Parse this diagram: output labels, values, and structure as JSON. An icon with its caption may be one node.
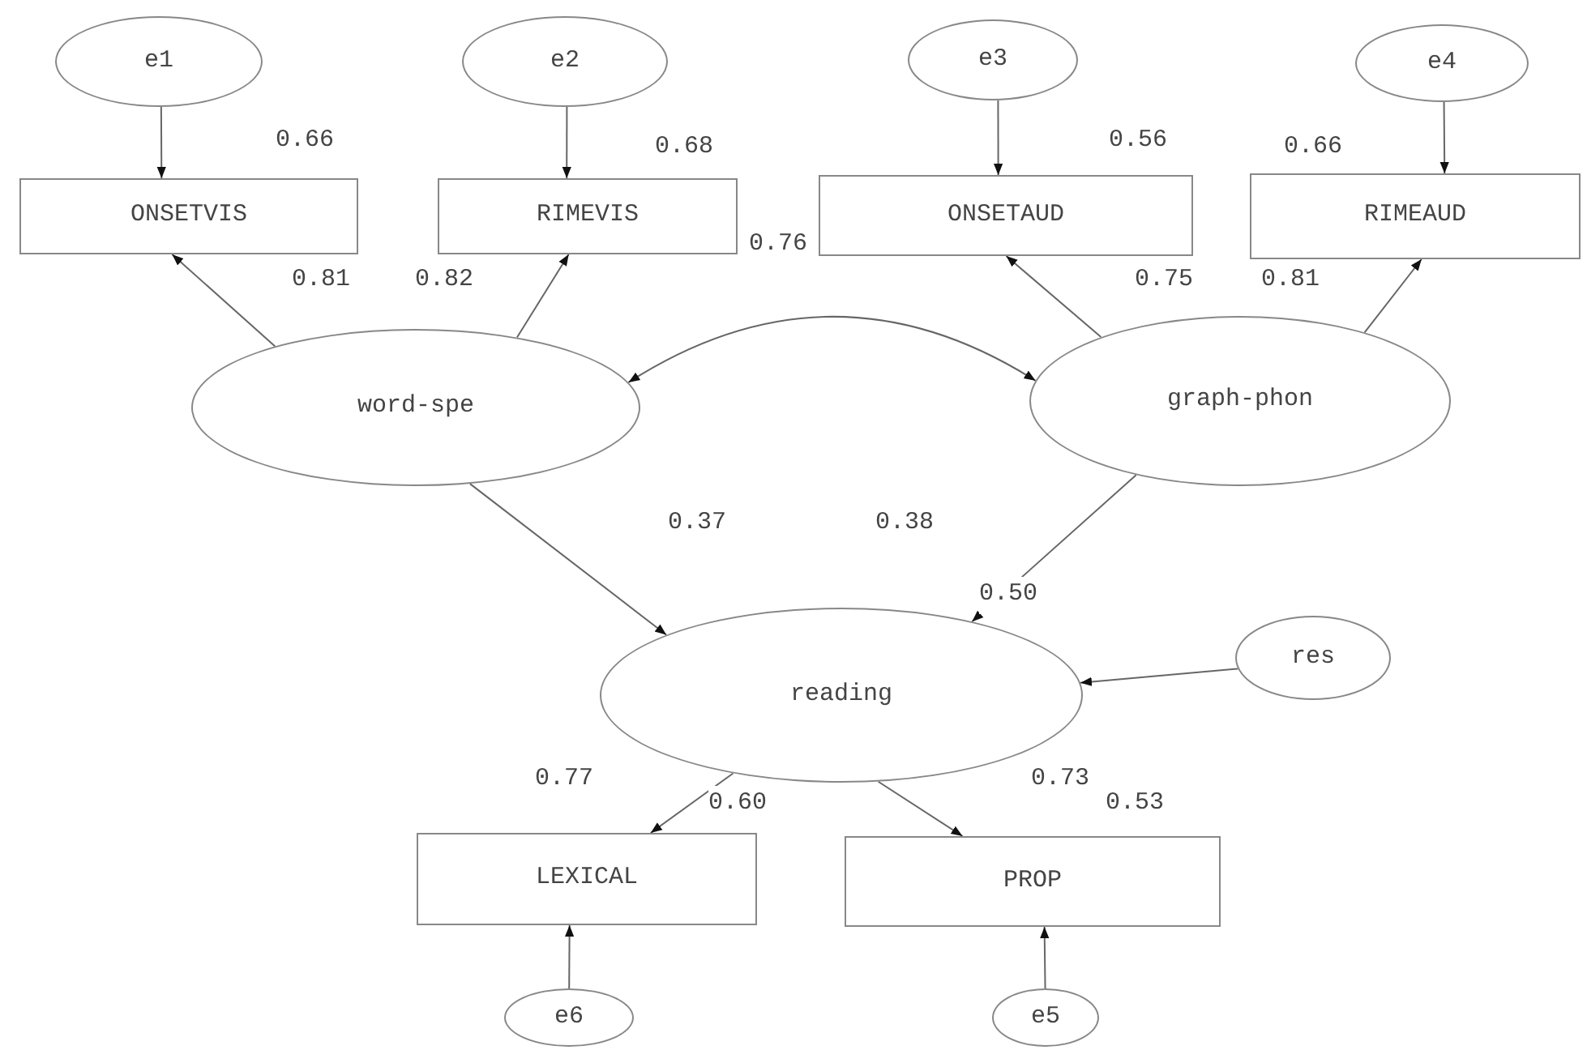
{
  "diagram": {
    "nodes": [
      {
        "text": [
          "e1"
        ]
      },
      {
        "text": [
          "e2"
        ]
      },
      {
        "text": [
          "e3"
        ]
      },
      {
        "text": [
          "e4"
        ]
      },
      {
        "text": [
          "ONSETVIS"
        ],
        "beside": [
          "0.66"
        ]
      },
      {
        "text": [
          "RIMEVIS"
        ],
        "beside": [
          "0.68"
        ]
      },
      {
        "text": [
          "ONSETAUD"
        ],
        "beside": [
          "0.56"
        ]
      },
      {
        "text": [
          "RIMEAUD"
        ],
        "beside": [
          "0.66"
        ]
      },
      {
        "text": [
          "word-spe"
        ]
      },
      {
        "text": [
          "graph-phon"
        ]
      },
      {
        "text": [
          "reading"
        ],
        "beside": [
          "0.50"
        ]
      },
      {
        "text": [
          "res"
        ]
      },
      {
        "text": [
          "LEXICAL"
        ],
        "beside": [
          "0.60"
        ]
      },
      {
        "text": [
          "PROP"
        ],
        "beside": [
          "0.53"
        ]
      },
      {
        "text": [
          "e6"
        ]
      },
      {
        "text": [
          "e5"
        ]
      }
    ],
    "edges": [
      {
        "from": 0,
        "to": 4,
        "arrow": "to"
      },
      {
        "from": 1,
        "to": 5,
        "arrow": "to"
      },
      {
        "from": 2,
        "to": 6,
        "arrow": "to"
      },
      {
        "from": 3,
        "to": 7,
        "arrow": "to"
      },
      {
        "from": 8,
        "to": 4,
        "arrow": "to",
        "label": "0.81"
      },
      {
        "from": 8,
        "to": 5,
        "arrow": "to",
        "label": "0.82"
      },
      {
        "from": 8,
        "to": 9,
        "arrow": "both",
        "label": "0.76"
      },
      {
        "from": 9,
        "to": 6,
        "arrow": "to",
        "label": "0.75"
      },
      {
        "from": 9,
        "to": 7,
        "arrow": "to",
        "label": "0.81"
      },
      {
        "from": 8,
        "to": 10,
        "arrow": "to",
        "label": "0.37"
      },
      {
        "from": 9,
        "to": 10,
        "arrow": "to",
        "label": "0.38"
      },
      {
        "from": 11,
        "to": 10,
        "arrow": "to"
      },
      {
        "from": 10,
        "to": 12,
        "arrow": "to",
        "label": "0.77"
      },
      {
        "from": 10,
        "to": 13,
        "arrow": "to",
        "label": "0.73"
      },
      {
        "from": 14,
        "to": 12,
        "arrow": "to"
      },
      {
        "from": 15,
        "to": 13,
        "arrow": "to"
      }
    ]
  }
}
